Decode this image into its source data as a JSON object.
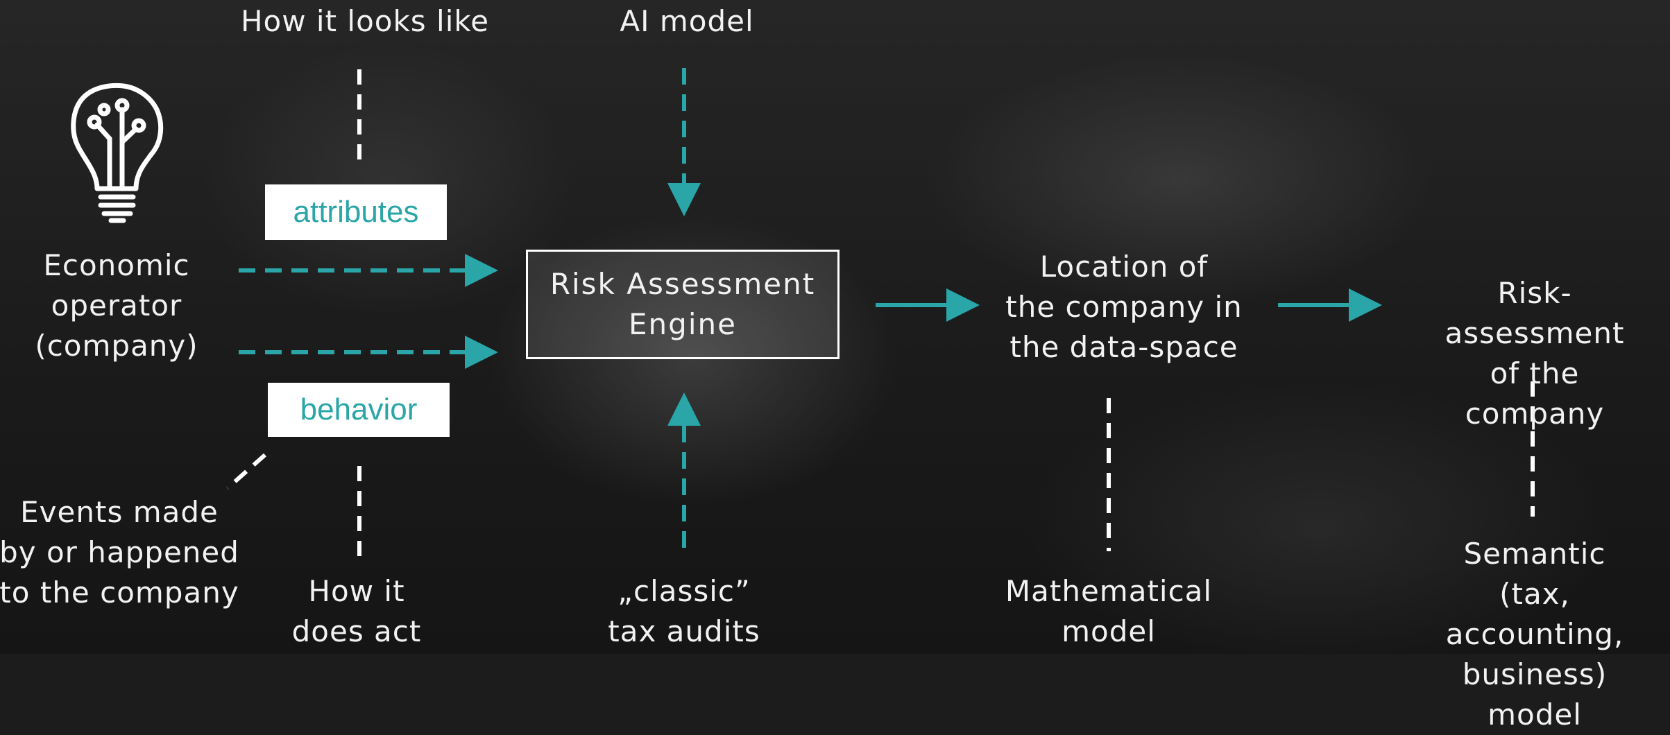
{
  "labels": {
    "how_looks": "How it looks like",
    "ai_model": "AI model",
    "operator": "Economic\noperator\n(company)",
    "events": "Events made\nby or happened\nto the company",
    "how_act": "How it\ndoes act",
    "classic_audits": "„classic”\ntax audits",
    "location": "Location of\nthe company in\nthe data-space",
    "math_model": "Mathematical\nmodel",
    "risk_assessment": "Risk-assessment\nof the company",
    "semantic_model": "Semantic\n(tax, accounting,\nbusiness) model"
  },
  "tags": {
    "attributes": "attributes",
    "behavior": "behavior"
  },
  "engine": {
    "label": "Risk Assessment\nEngine"
  },
  "colors": {
    "accent": "#2aa5a8",
    "text": "#f2f2f2",
    "background": "#1c1c1c"
  },
  "icons": {
    "operator_icon": "lightbulb-circuit-icon"
  }
}
